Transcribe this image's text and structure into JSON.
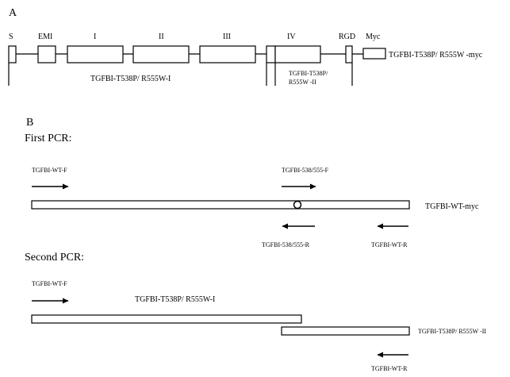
{
  "panel_a": {
    "label": "A",
    "domains": {
      "s": "S",
      "emi": "EMI",
      "i": "I",
      "ii": "II",
      "iii": "III",
      "iv": "IV",
      "rgd": "RGD",
      "myc": "Myc"
    },
    "construct_label": "TGFBI-T538P/ R555W -myc",
    "fragment_i_label": "TGFBI-T538P/ R555W-I",
    "fragment_ii_label_line1": "TGFBI-T538P/",
    "fragment_ii_label_line2": "R555W -II"
  },
  "panel_b": {
    "label": "B",
    "first_pcr": {
      "title": "First PCR:",
      "forward_wt_primer": "TGFBI-WT-F",
      "forward_mut_primer": "TGFBI-538/555-F",
      "template_label": "TGFBI-WT-myc",
      "reverse_mut_primer": "TGFBI-538/555-R",
      "reverse_wt_primer": "TGFBI-WT-R"
    },
    "second_pcr": {
      "title": "Second PCR:",
      "forward_wt_primer": "TGFBI-WT-F",
      "fragment_i_label": "TGFBI-T538P/ R555W-I",
      "fragment_ii_label": "TGFBI-T538P/ R555W -II",
      "reverse_wt_primer": "TGFBI-WT-R"
    }
  }
}
